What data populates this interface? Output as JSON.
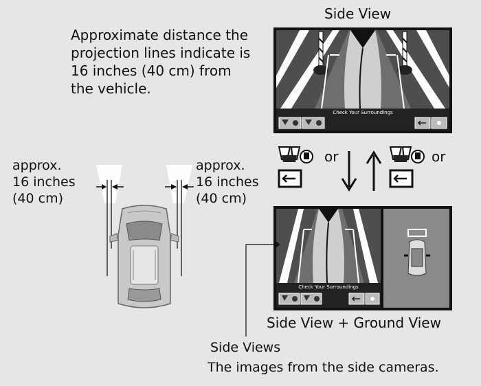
{
  "side_view": {
    "title": "Side View",
    "status_text": "Check Your Surroundings"
  },
  "description": {
    "lines": [
      "Approximate distance the",
      "projection lines indicate is",
      "16 inches (40 cm) from",
      "the vehicle."
    ]
  },
  "distance_left": {
    "lines": [
      "approx.",
      "16 inches",
      "(40 cm)"
    ]
  },
  "distance_right": {
    "lines": [
      "approx.",
      "16 inches",
      "(40 cm)"
    ]
  },
  "switch": {
    "or_1": "or",
    "or_2": "or"
  },
  "combo_view": {
    "title": "Side View + Ground View",
    "status_text": "Check Your Surroundings"
  },
  "callout": {
    "label": "Side Views",
    "desc": "The images from the side cameras."
  },
  "icons": {
    "mirror_camera": "mirror-camera-icon",
    "exit": "exit-icon",
    "brightness": "brightness-icon",
    "arrow_down": "arrow-down-icon",
    "arrow_up": "arrow-up-icon"
  },
  "colors": {
    "screen_bg": "#1a1a1a",
    "screen_status_bar": "#222222",
    "road": "#777777",
    "road_dark": "#555555",
    "background": "#e6e6e5"
  }
}
